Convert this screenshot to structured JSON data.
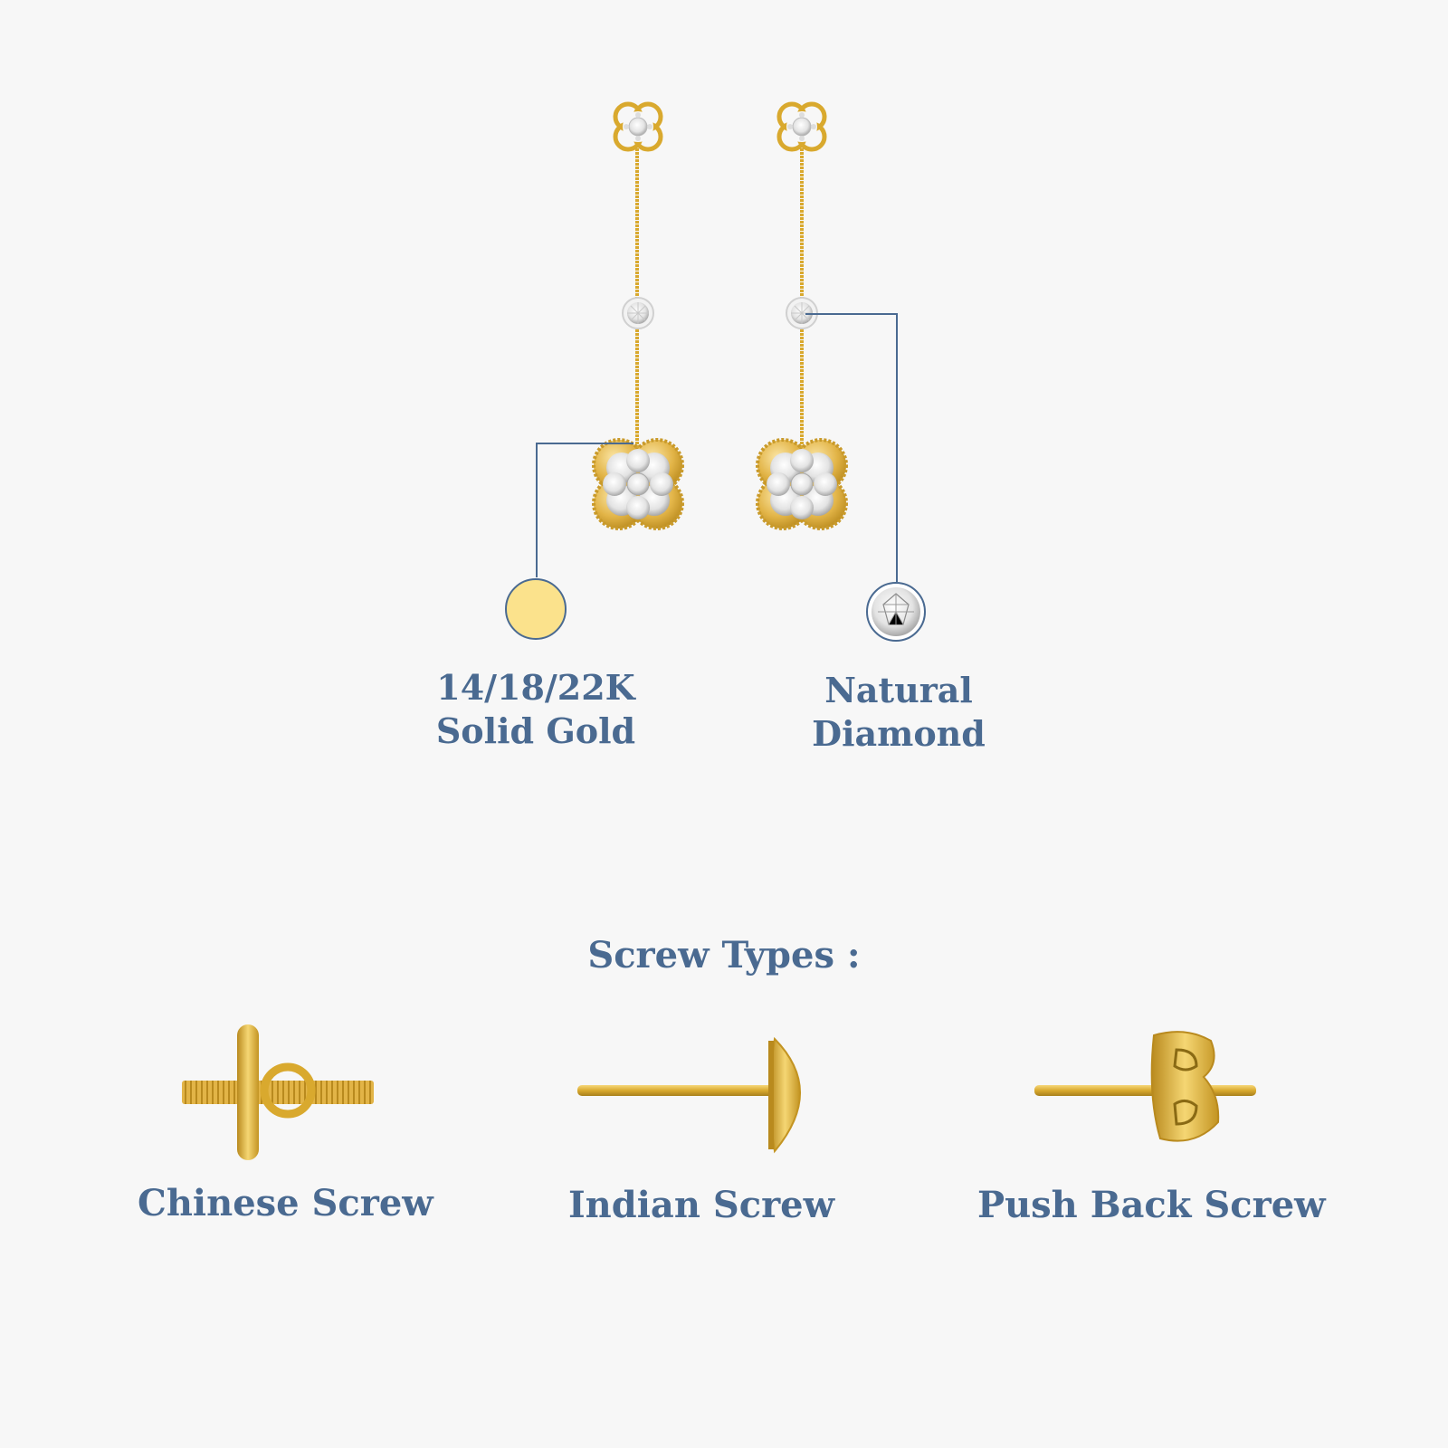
{
  "materials": {
    "gold": {
      "line1": "14/18/22K",
      "line2": "Solid Gold",
      "swatch_color": "#fbe28c"
    },
    "diamond": {
      "line1": "Natural",
      "line2": "Diamond"
    }
  },
  "screw_types": {
    "heading": "Screw Types :",
    "items": [
      {
        "label": "Chinese Screw"
      },
      {
        "label": "Indian Screw"
      },
      {
        "label": "Push Back Screw"
      }
    ]
  },
  "colors": {
    "label_text": "#4a6a91",
    "callout_line": "#4a6a91",
    "gold": "#d9a92e",
    "background": "#f7f7f7"
  }
}
